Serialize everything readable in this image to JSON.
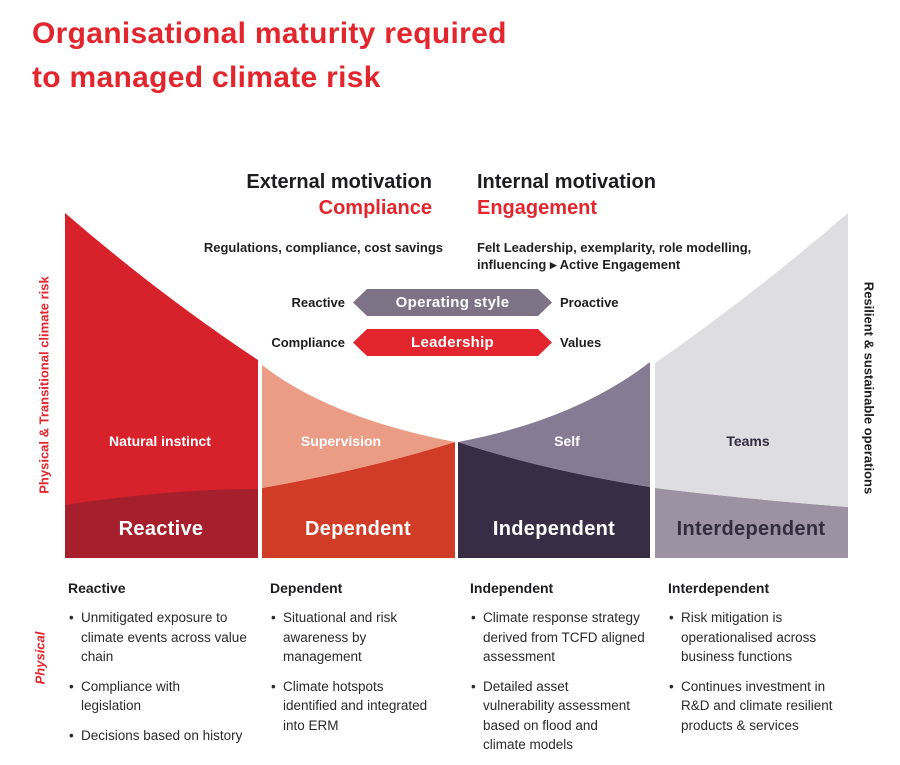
{
  "title": {
    "line1": "Organisational maturity required",
    "line2": "to managed climate risk"
  },
  "motivations": {
    "external": {
      "title": "External motivation",
      "tagline": "Compliance",
      "description": "Regulations, compliance, cost savings"
    },
    "internal": {
      "title": "Internal motivation",
      "tagline": "Engagement",
      "description": "Felt Leadership, exemplarity, role modelling,\ninfluencing ▸ Active Engagement"
    }
  },
  "spectrums": [
    {
      "left_label": "Reactive",
      "center_label": "Operating style",
      "right_label": "Proactive",
      "color": "#7E7287"
    },
    {
      "left_label": "Compliance",
      "center_label": "Leadership",
      "right_label": "Values",
      "color": "#E3262D"
    }
  ],
  "axis_labels": {
    "left_vertical": "Physical & Transitional climate risk",
    "left_bottom_vertical": "Physical",
    "right_vertical": "Resilient & sustainable operations"
  },
  "stages": [
    {
      "name": "Reactive",
      "driver": "Natural instinct",
      "wedge_color": "#D7212B",
      "base_color": "#A51F2C"
    },
    {
      "name": "Dependent",
      "driver": "Supervision",
      "wedge_color": "#EB9C85",
      "base_color": "#D13C26"
    },
    {
      "name": "Independent",
      "driver": "Self",
      "wedge_color": "#867B95",
      "base_color": "#372E46"
    },
    {
      "name": "Interdependent",
      "driver": "Teams",
      "wedge_color": "#DEDDE0",
      "base_color": "#9C92A2"
    }
  ],
  "details": [
    {
      "heading": "Reactive",
      "bullets": [
        "Unmitigated exposure to\nclimate events across value\nchain",
        "Compliance with\nlegislation",
        "Decisions based on history"
      ]
    },
    {
      "heading": "Dependent",
      "bullets": [
        "Situational and risk\nawareness by\nmanagement",
        "Climate hotspots\nidentified and integrated\ninto ERM"
      ]
    },
    {
      "heading": "Independent",
      "bullets": [
        "Climate response strategy\nderived from TCFD aligned\nassessment",
        "Detailed asset\nvulnerability assessment\nbased on flood and\nclimate models"
      ]
    },
    {
      "heading": "Interdependent",
      "bullets": [
        "Risk mitigation is\noperationalised across\nbusiness functions",
        "Continues investment in\nR&D and climate resilient\nproducts & services"
      ]
    }
  ],
  "colors": {
    "brand_red": "#E3262D",
    "text_dark": "#1d1d1f"
  }
}
